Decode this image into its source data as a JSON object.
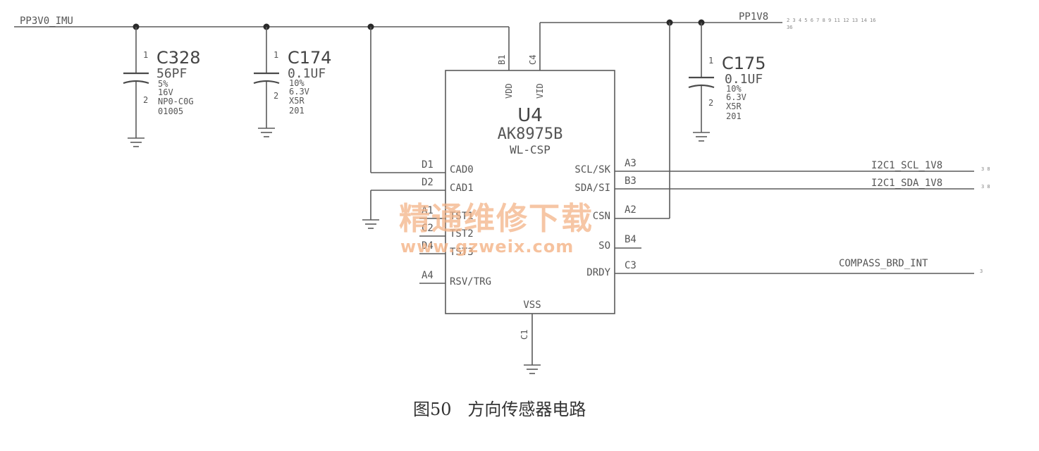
{
  "nets": {
    "power_3v0": "PP3V0_IMU",
    "power_1v8": "PP1V8",
    "scl": "I2C1_SCL_1V8",
    "sda": "I2C1_SDA_1V8",
    "int": "COMPASS_BRD_INT"
  },
  "offpage_refs": {
    "pp1v8": "2 3 4 5 6 7 8 9 11 12 13 14 16",
    "pp1v8_b": "36",
    "scl": "3 8",
    "sda": "3 8",
    "int": "3"
  },
  "capacitors": [
    {
      "ref": "C328",
      "value": "56PF",
      "spec1": "5%",
      "spec2": "16V",
      "spec3": "NP0-C0G",
      "spec4": "01005",
      "pin1": "1",
      "pin2": "2"
    },
    {
      "ref": "C174",
      "value": "0.1UF",
      "spec1": "10%",
      "spec2": "6.3V",
      "spec3": "X5R",
      "spec4": "201",
      "pin1": "1",
      "pin2": "2"
    },
    {
      "ref": "C175",
      "value": "0.1UF",
      "spec1": "10%",
      "spec2": "6.3V",
      "spec3": "X5R",
      "spec4": "201",
      "pin1": "1",
      "pin2": "2"
    }
  ],
  "ic": {
    "ref": "U4",
    "part": "AK8975B",
    "package": "WL-CSP",
    "top_pins": [
      {
        "ball": "B1",
        "name": "VDD"
      },
      {
        "ball": "C4",
        "name": "VID"
      }
    ],
    "left_pins": [
      {
        "ball": "D1",
        "name": "CAD0"
      },
      {
        "ball": "D2",
        "name": "CAD1"
      },
      {
        "ball": "A1",
        "name": "TST1"
      },
      {
        "ball": "C2",
        "name": "TST2"
      },
      {
        "ball": "D4",
        "name": "TST3"
      },
      {
        "ball": "A4",
        "name": "RSV/TRG"
      }
    ],
    "right_pins": [
      {
        "ball": "A3",
        "name": "SCL/SK"
      },
      {
        "ball": "B3",
        "name": "SDA/SI"
      },
      {
        "ball": "A2",
        "name": "CSN"
      },
      {
        "ball": "B4",
        "name": "SO"
      },
      {
        "ball": "C3",
        "name": "DRDY"
      }
    ],
    "bottom_pin": {
      "ball": "C1",
      "name": "VSS"
    }
  },
  "watermark": {
    "line1": "精通维修下载",
    "line2": "www.gzweix.com"
  },
  "caption": "图50   方向传感器电路"
}
